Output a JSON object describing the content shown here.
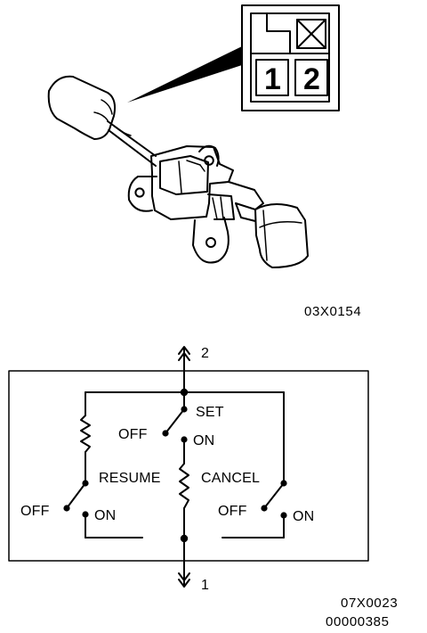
{
  "connector": {
    "pins": [
      "1",
      "2"
    ]
  },
  "codes": {
    "top_figure": "03X0154",
    "bottom_figure": "07X0023",
    "document": "00000385"
  },
  "terminals": {
    "top": "2",
    "bottom": "1"
  },
  "switches": {
    "set": {
      "name": "SET",
      "off": "OFF",
      "on": "ON"
    },
    "resume": {
      "name": "RESUME",
      "off": "OFF",
      "on": "ON"
    },
    "cancel": {
      "name": "CANCEL",
      "off": "OFF",
      "on": "ON"
    }
  }
}
